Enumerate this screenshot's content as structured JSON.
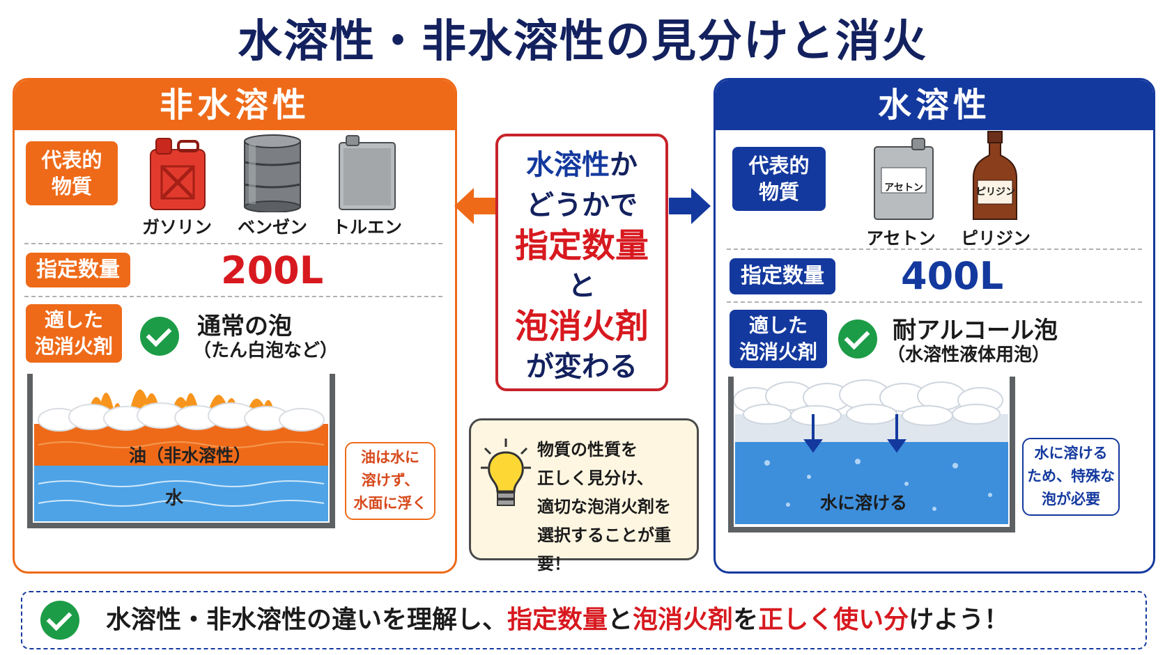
{
  "title": "水溶性・非水溶性の見分けと消火",
  "left": {
    "heading": "非水溶性",
    "tag_substances": [
      "代表的",
      "物質"
    ],
    "substances": [
      "ガソリン",
      "ベンゼン",
      "トルエン"
    ],
    "tag_quantity": "指定数量",
    "quantity": "200L",
    "tag_agent": [
      "適した",
      "泡消火剤"
    ],
    "agent_main": "通常の泡",
    "agent_sub": "（たん白泡など）",
    "oil_label": "油（非水溶性）",
    "water_label": "水",
    "note": [
      "油は水に",
      "溶けず、",
      "水面に浮く"
    ]
  },
  "right": {
    "heading": "水溶性",
    "tag_substances": [
      "代表的",
      "物質"
    ],
    "substances": [
      "アセトン",
      "ピリジン"
    ],
    "can_label": "アセトン",
    "bottle_label": "ピリジン",
    "tag_quantity": "指定数量",
    "quantity": "400L",
    "tag_agent": [
      "適した",
      "泡消火剤"
    ],
    "agent_main": "耐アルコール泡",
    "agent_sub": "（水溶性液体用泡）",
    "water_label": "水に溶ける",
    "note": [
      "水に溶ける",
      "ため、特殊な",
      "泡が必要"
    ]
  },
  "center": {
    "line1_a": "水溶性",
    "line1_b": "か",
    "line2": "どうかで",
    "line3": "指定数量",
    "line4": "と",
    "line5": "泡消火剤",
    "line6": "が変わる"
  },
  "tip": [
    "物質の性質を",
    "正しく見分け、",
    "適切な泡消火剤を",
    "選択することが重要！"
  ],
  "footer": {
    "p1": "水溶性・非水溶性の違いを理解し、",
    "p2": "指定数量",
    "p3": "と",
    "p4": "泡消火剤",
    "p5": "を",
    "p6": "正しく使い分",
    "p7": "けよう！"
  },
  "colors": {
    "orange": "#ee6a19",
    "navy": "#14399e",
    "red": "#d7191f",
    "green": "#1d9c47"
  }
}
